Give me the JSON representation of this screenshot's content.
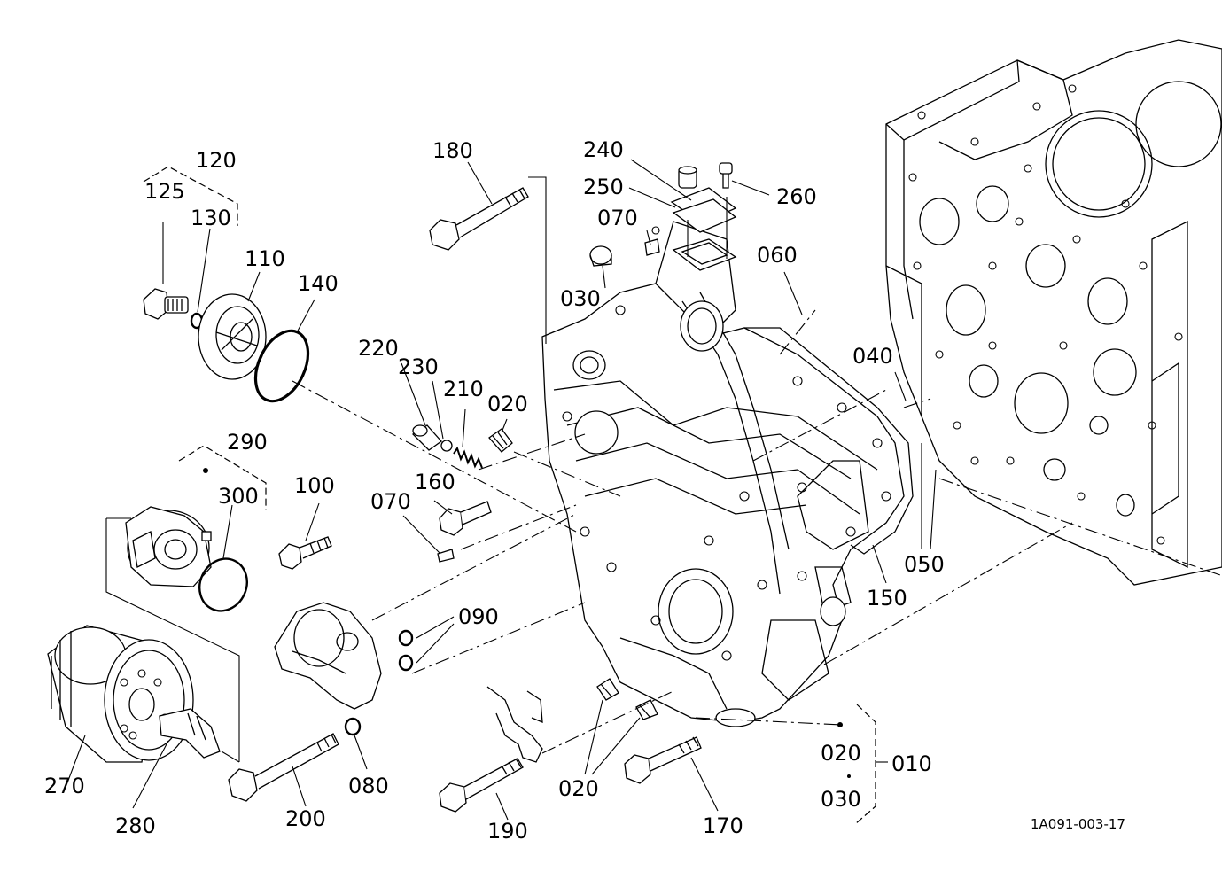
{
  "reference_code": "1A091-003-17",
  "labels": {
    "p010": "010",
    "p020_bracket": "020",
    "p030_bracket": "030",
    "p020_plugs": "020",
    "p020_upper": "020",
    "p030": "030",
    "p040": "040",
    "p050": "050",
    "p060": "060",
    "p070_top": "070",
    "p070_mid": "070",
    "p080": "080",
    "p090": "090",
    "p100": "100",
    "p110": "110",
    "p120": "120",
    "p125": "125",
    "p130": "130",
    "p140": "140",
    "p150": "150",
    "p160": "160",
    "p170": "170",
    "p180": "180",
    "p190": "190",
    "p200": "200",
    "p210": "210",
    "p220": "220",
    "p230": "230",
    "p240": "240",
    "p250": "250",
    "p260": "260",
    "p270": "270",
    "p280": "280",
    "p290": "290",
    "p300": "300"
  }
}
